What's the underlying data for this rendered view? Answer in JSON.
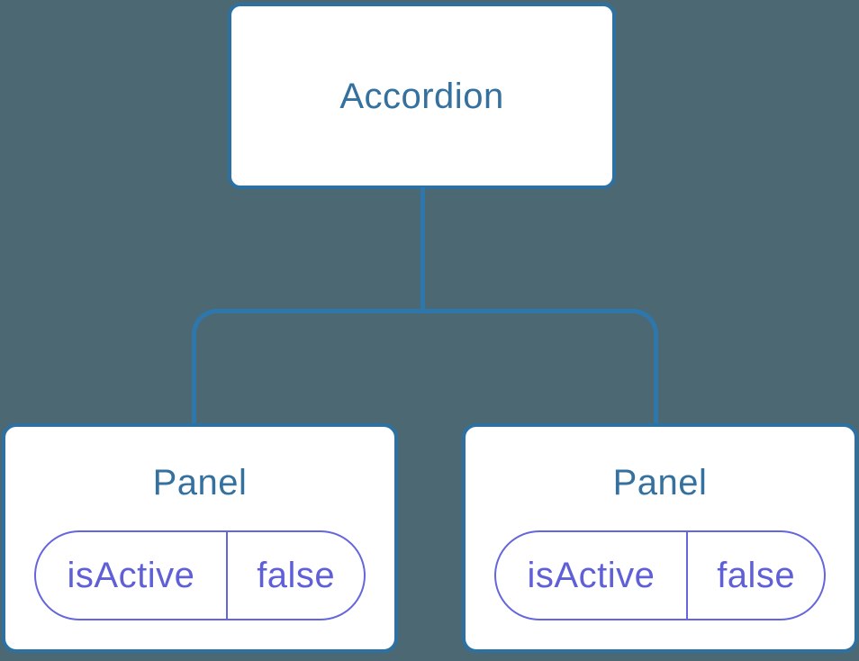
{
  "diagram": {
    "type": "component-tree",
    "root": {
      "label": "Accordion"
    },
    "children": [
      {
        "label": "Panel",
        "state": {
          "key": "isActive",
          "value": "false"
        }
      },
      {
        "label": "Panel",
        "state": {
          "key": "isActive",
          "value": "false"
        }
      }
    ]
  },
  "colors": {
    "background": "#4c6873",
    "node_fill": "#ffffff",
    "node_border": "#2d71a2",
    "connector_line": "#2e77ad",
    "node_text": "#35719f",
    "state_border": "#6565dd",
    "state_text": "#5f5fd8"
  }
}
